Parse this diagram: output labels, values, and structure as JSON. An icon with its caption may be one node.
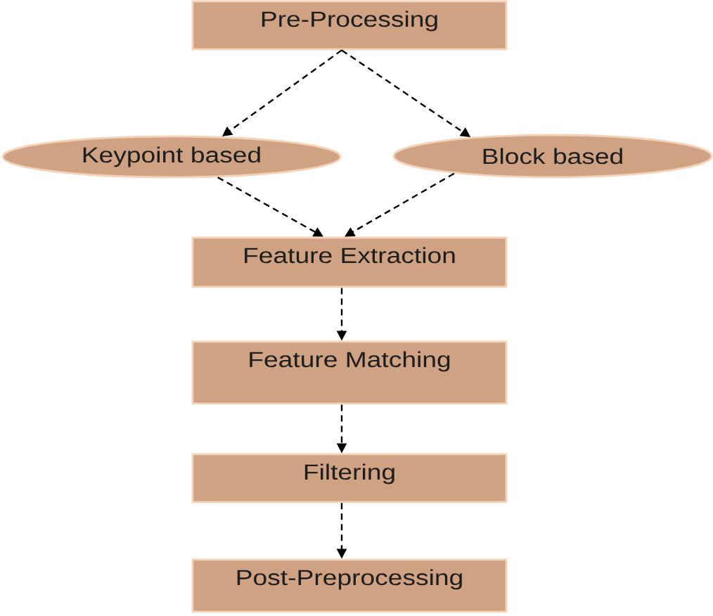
{
  "diagram": {
    "nodes": [
      {
        "text": [
          "Pre-Processing"
        ]
      },
      {
        "text": [
          "Keypoint based"
        ]
      },
      {
        "text": [
          "Block based"
        ]
      },
      {
        "text": [
          "Feature Extraction"
        ]
      },
      {
        "text": [
          "Feature Matching"
        ]
      },
      {
        "text": [
          "Filtering"
        ]
      },
      {
        "text": [
          "Post-Preprocessing"
        ]
      }
    ],
    "edges": [
      {
        "from": 0,
        "to": 1,
        "arrow": "to",
        "style": "dashed"
      },
      {
        "from": 0,
        "to": 2,
        "arrow": "to",
        "style": "dashed"
      },
      {
        "from": 1,
        "to": 3,
        "arrow": "to",
        "style": "dashed"
      },
      {
        "from": 2,
        "to": 3,
        "arrow": "to",
        "style": "dashed"
      },
      {
        "from": 3,
        "to": 4,
        "arrow": "to",
        "style": "dashed"
      },
      {
        "from": 4,
        "to": 5,
        "arrow": "to",
        "style": "dashed"
      },
      {
        "from": 5,
        "to": 6,
        "arrow": "to",
        "style": "dashed"
      }
    ]
  }
}
